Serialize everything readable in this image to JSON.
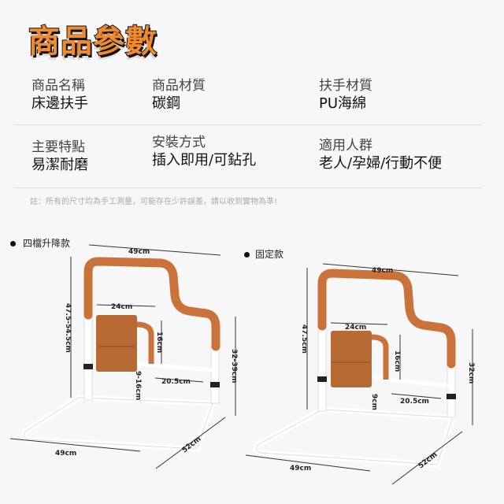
{
  "title": "商品參數",
  "specs": [
    {
      "label": "商品名稱",
      "value": "床邊扶手"
    },
    {
      "label": "商品材質",
      "value": "碳鋼"
    },
    {
      "label": "扶手材質",
      "value": "PU海綿"
    },
    {
      "label": "主要特點",
      "value": "易潔耐磨"
    },
    {
      "label": "安裝方式",
      "value": "插入即用/可鉆孔"
    },
    {
      "label": "適用人群",
      "value": "老人/孕婦/行動不便"
    }
  ],
  "note": "註：所有的尺寸均為手工測量，可能存在少許誤差，請以收到實物為準!",
  "models": [
    {
      "name": "四檔升降款",
      "dims": {
        "top_width": "49cm",
        "height": "47.5-54.5cm",
        "bag_width": "24cm",
        "bag_height": "16cm",
        "handle_height": "32-39cm",
        "inner_bar": "20.5cm",
        "gap": "9-16cm",
        "base_width": "49cm",
        "base_depth": "52cm"
      }
    },
    {
      "name": "固定款",
      "dims": {
        "top_width": "49cm",
        "height": "47.5cm",
        "bag_width": "24cm",
        "bag_height": "16cm",
        "handle_height": "32cm",
        "inner_bar": "20.5cm",
        "gap": "9cm",
        "base_width": "49cm",
        "base_depth": "52cm"
      }
    }
  ],
  "colors": {
    "accent": "#f08a2c",
    "rail": "#c9733a",
    "frame": "#ffffff"
  }
}
